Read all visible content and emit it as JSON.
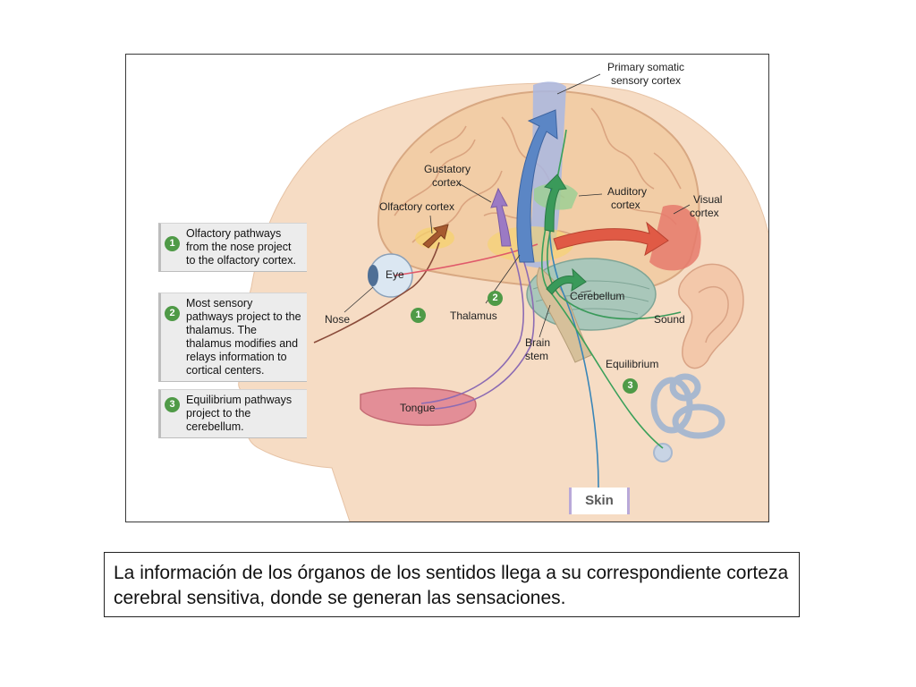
{
  "figure": {
    "labels": {
      "primary_somatic_1": "Primary somatic",
      "primary_somatic_2": "sensory cortex",
      "gustatory_1": "Gustatory",
      "gustatory_2": "cortex",
      "olfactory_cortex": "Olfactory cortex",
      "auditory_1": "Auditory",
      "auditory_2": "cortex",
      "visual_1": "Visual",
      "visual_2": "cortex",
      "eye": "Eye",
      "nose": "Nose",
      "thalamus": "Thalamus",
      "cerebellum": "Cerebellum",
      "sound": "Sound",
      "brain_stem_1": "Brain",
      "brain_stem_2": "stem",
      "equilibrium": "Equilibrium",
      "tongue": "Tongue",
      "skin": "Skin"
    },
    "steps": [
      {
        "number": "1",
        "text": "Olfactory pathways from the nose project to the olfactory cortex."
      },
      {
        "number": "2",
        "text": "Most sensory pathways project to the thalamus. The thalamus modifies and relays information to cortical centers."
      },
      {
        "number": "3",
        "text": "Equilibrium pathways project to the cerebellum."
      }
    ],
    "badges": [
      "1",
      "2",
      "3"
    ]
  },
  "caption": "La información de los órganos de los sentidos llega a su correspondiente corteza cerebral sensitiva, donde se generan las sensaciones.",
  "colors": {
    "brain": "#f2cda6",
    "skin_tone": "#f6dcc4",
    "somatic_blue": "#a9b7e2",
    "visual_red": "#e67a6c",
    "auditory_green": "#9ecf94",
    "thalamus_yellow": "#f6d36b",
    "cerebellum": "#a9c7ba",
    "step_green": "#4f9a47"
  }
}
